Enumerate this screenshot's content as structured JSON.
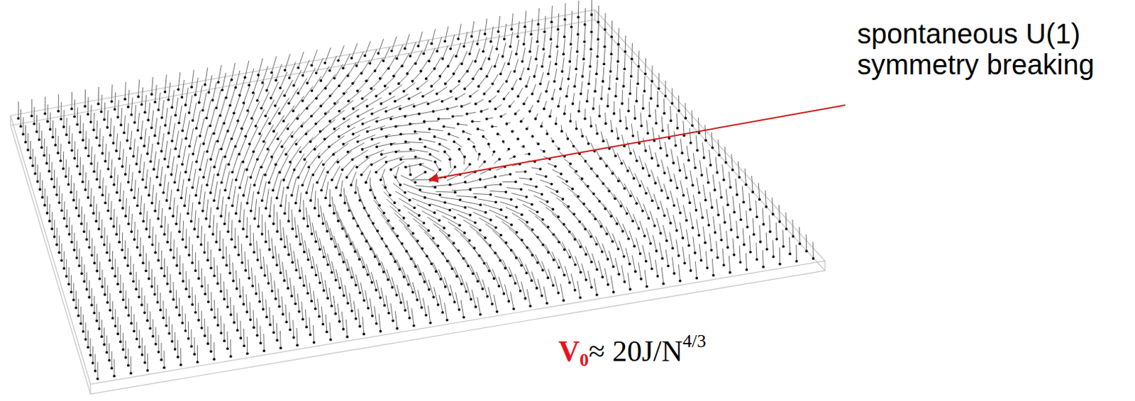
{
  "diagram": {
    "labels": [
      "spontaneous U(1) symmetry breaking",
      "V",
      "0",
      "≈ 20J/N",
      "4/3"
    ]
  }
}
